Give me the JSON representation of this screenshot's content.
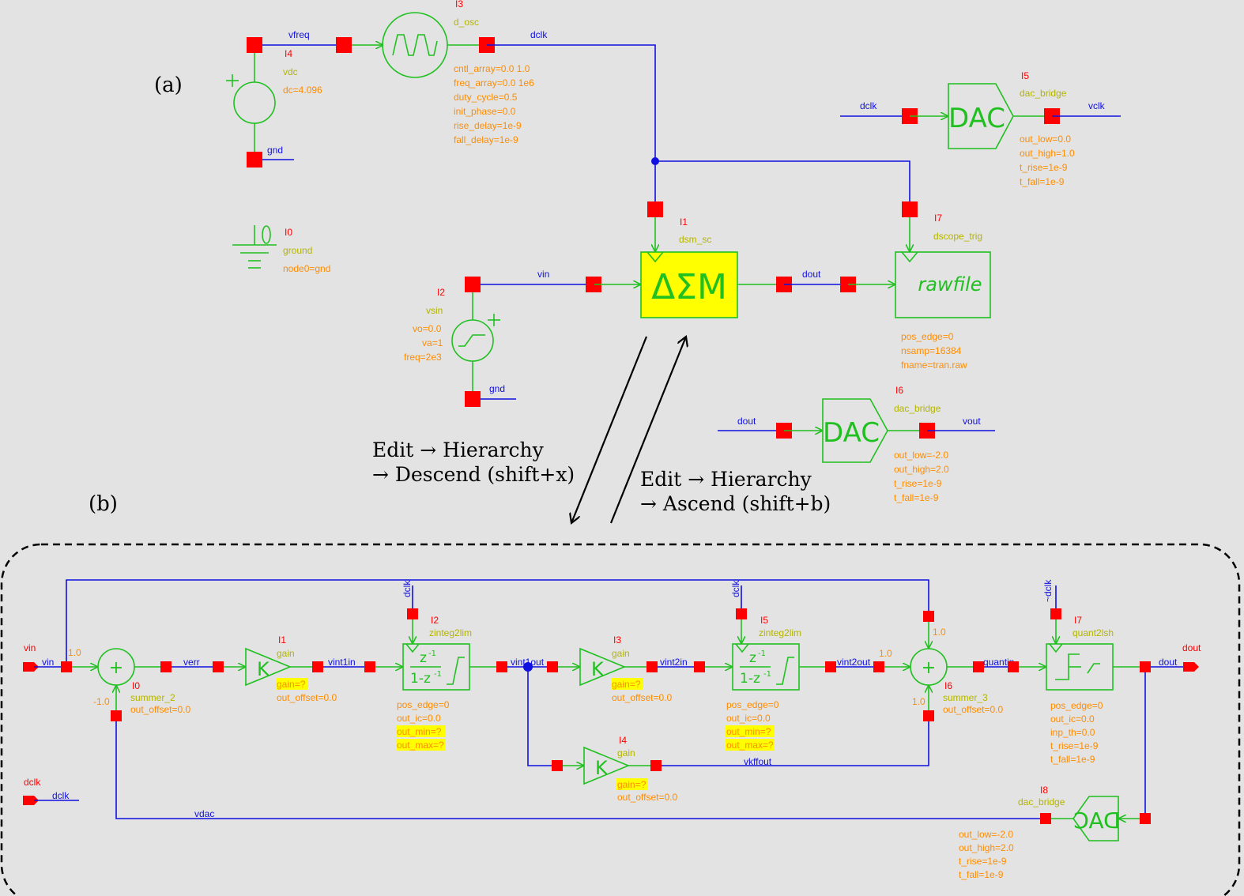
{
  "labels": {
    "a": "(a)",
    "b": "(b)"
  },
  "menus": {
    "descend_l1": "Edit → Hierarchy",
    "descend_l2": "→ Descend (shift+x)",
    "ascend_l1": "Edit → Hierarchy",
    "ascend_l2": "→ Ascend (shift+b)"
  },
  "top": {
    "I3": {
      "inst": "I3",
      "cell": "d_osc",
      "params": [
        "cntl_array=0.0 1.0",
        "freq_array=0.0 1e6",
        "duty_cycle=0.5",
        "init_phase=0.0",
        "rise_delay=1e-9",
        "fall_delay=1e-9"
      ]
    },
    "I4": {
      "inst": "I4",
      "cell": "vdc",
      "params": [
        "dc=4.096"
      ]
    },
    "I0": {
      "inst": "I0",
      "cell": "ground",
      "params": [
        "node0=gnd"
      ]
    },
    "I2": {
      "inst": "I2",
      "cell": "vsin",
      "params": [
        "vo=0.0",
        "va=1",
        "freq=2e3"
      ]
    },
    "I1": {
      "inst": "I1",
      "cell": "dsm_sc",
      "symbol": "ΔΣM"
    },
    "I7": {
      "inst": "I7",
      "cell": "dscope_trig",
      "symbol": "rawfile",
      "params": [
        "pos_edge=0",
        "nsamp=16384",
        "fname=tran.raw"
      ]
    },
    "I5": {
      "inst": "I5",
      "cell": "dac_bridge",
      "symbol": "DAC",
      "params": [
        "out_low=0.0",
        "out_high=1.0",
        "t_rise=1e-9",
        "t_fall=1e-9"
      ]
    },
    "I6": {
      "inst": "I6",
      "cell": "dac_bridge",
      "symbol": "DAC",
      "params": [
        "out_low=-2.0",
        "out_high=2.0",
        "t_rise=1e-9",
        "t_fall=1e-9"
      ]
    },
    "nets": {
      "vfreq": "vfreq",
      "dclk": "dclk",
      "gnd": "gnd",
      "vin": "vin",
      "dout": "dout",
      "vclk": "vclk",
      "vout": "vout"
    }
  },
  "sub": {
    "nets": {
      "vin": "vin",
      "verr": "verr",
      "vint1in": "vint1in",
      "vint1out": "vint1out",
      "vint2in": "vint2in",
      "vint2out": "vint2out",
      "quantin": "quantin",
      "dout": "dout",
      "vkffout": "vkffout",
      "vdac": "vdac",
      "dclk": "dclk",
      "ndclk": "~dclk"
    },
    "ports": {
      "vin": "vin",
      "dclk": "dclk",
      "dout": "dout"
    },
    "coef": {
      "c1": "1.0",
      "cm1": "-1.0",
      "c2": "1.0",
      "c3": "1.0",
      "c4": "1.0"
    },
    "I0": {
      "inst": "I0",
      "cell": "summer_2",
      "params": [
        "out_offset=0.0"
      ]
    },
    "I1": {
      "inst": "I1",
      "cell": "gain",
      "hl": "gain=?",
      "params": [
        "out_offset=0.0"
      ]
    },
    "I2": {
      "inst": "I2",
      "cell": "zinteg2lim",
      "params": [
        "pos_edge=0",
        "out_ic=0.0"
      ],
      "hl": [
        "out_min=?",
        "out_max=?"
      ]
    },
    "I3": {
      "inst": "I3",
      "cell": "gain",
      "hl": "gain=?",
      "params": [
        "out_offset=0.0"
      ]
    },
    "I4": {
      "inst": "I4",
      "cell": "gain",
      "hl": "gain=?",
      "params": [
        "out_offset=0.0"
      ]
    },
    "I5": {
      "inst": "I5",
      "cell": "zinteg2lim",
      "params": [
        "pos_edge=0",
        "out_ic=0.0"
      ],
      "hl": [
        "out_min=?",
        "out_max=?"
      ]
    },
    "I6": {
      "inst": "I6",
      "cell": "summer_3",
      "params": [
        "out_offset=0.0"
      ]
    },
    "I7": {
      "inst": "I7",
      "cell": "quant2lsh",
      "params": [
        "pos_edge=0",
        "out_ic=0.0",
        "inp_th=0.0",
        "t_rise=1e-9",
        "t_fall=1e-9"
      ]
    },
    "I8": {
      "inst": "I8",
      "cell": "dac_bridge",
      "symbol": "DAC",
      "params": [
        "out_low=-2.0",
        "out_high=2.0",
        "t_rise=1e-9",
        "t_fall=1e-9"
      ]
    },
    "sym": {
      "k": "K",
      "plus": "+",
      "zn": "z",
      "exp": "-1",
      "zd": "1-z"
    }
  }
}
